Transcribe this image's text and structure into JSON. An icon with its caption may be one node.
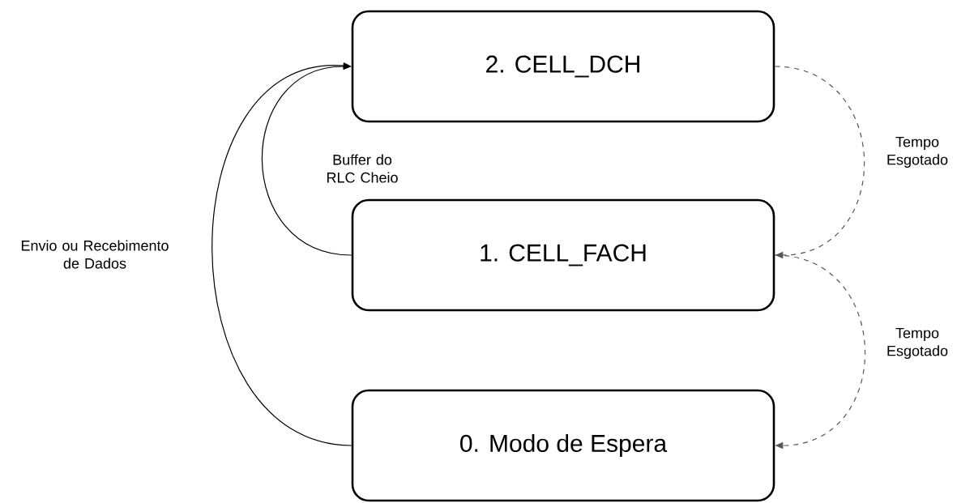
{
  "diagram": {
    "nodes": [
      {
        "text": [
          "2. CELL_DCH"
        ]
      },
      {
        "text": [
          "1. CELL_FACH"
        ]
      },
      {
        "text": [
          "0. Modo de Espera"
        ]
      }
    ],
    "edges": [
      {
        "from": 1,
        "to": 0,
        "arrow": "to",
        "label": "Buffer do RLC Cheio"
      },
      {
        "from": 2,
        "to": 0,
        "arrow": "to",
        "label": "Envio ou Recebimento de Dados"
      },
      {
        "from": 0,
        "to": 1,
        "arrow": "to",
        "label": "Tempo Esgotado",
        "style": "dashed",
        "color": "#555555"
      },
      {
        "from": 1,
        "to": 2,
        "arrow": "to",
        "label": "Tempo Esgotado",
        "style": "dashed",
        "color": "#555555"
      }
    ]
  }
}
